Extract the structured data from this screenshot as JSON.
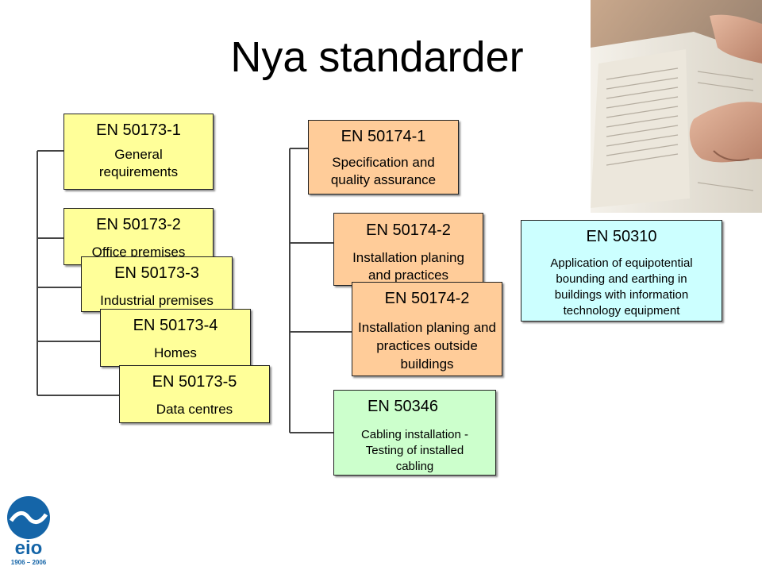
{
  "slide": {
    "title": "Nya standarder"
  },
  "left_column": [
    {
      "code": "EN 50173-1",
      "desc": "General requirements"
    },
    {
      "code": "EN 50173-2",
      "desc": "Office premises"
    },
    {
      "code": "EN 50173-3",
      "desc": "Industrial premises"
    },
    {
      "code": "EN 50173-4",
      "desc": "Homes"
    },
    {
      "code": "EN 50173-5",
      "desc": "Data centres"
    }
  ],
  "middle_column": [
    {
      "code": "EN 50174-1",
      "desc": "Specification and quality assurance"
    },
    {
      "code": "EN 50174-2",
      "desc": "Installation planing and practices"
    },
    {
      "code": "EN 50174-2",
      "desc": "Installation planing and practices outside buildings"
    },
    {
      "code": "EN 50346",
      "desc": "Cabling installation - Testing of installed cabling"
    }
  ],
  "right_box": {
    "code": "EN 50310",
    "desc": "Application of equipotential bounding and earthing in buildings with information technology equipment"
  },
  "logo": {
    "text": "eio",
    "years": "1906 – 2006",
    "color": "#1565a8"
  },
  "colors": {
    "yellow": "#ffff99",
    "peach": "#ffcc99",
    "green": "#ccffcc",
    "cyan": "#ccffff"
  }
}
